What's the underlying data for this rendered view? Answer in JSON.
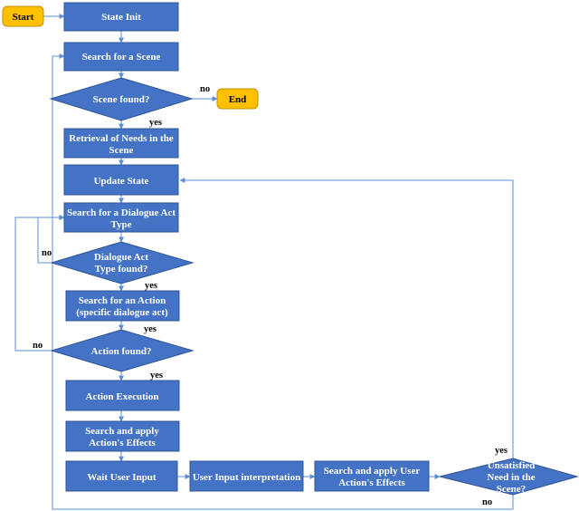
{
  "nodes": {
    "start": "Start",
    "state_init": "State Init",
    "search_scene": "Search for a Scene",
    "scene_found": "Scene found?",
    "end": "End",
    "retrieval": [
      "Retrieval of Needs in the",
      "Scene"
    ],
    "update_state": "Update State",
    "search_dat": [
      "Search for a Dialogue Act",
      "Type"
    ],
    "dat_found": [
      "Dialogue Act",
      "Type found?"
    ],
    "search_action": [
      "Search for an Action",
      "(specific dialogue act)"
    ],
    "action_found": "Action found?",
    "action_exec": "Action Execution",
    "apply_effects": [
      "Search and apply",
      "Action's Effects"
    ],
    "wait_input": "Wait User Input",
    "input_interp": "User Input interpretation",
    "apply_user_effects": [
      "Search and apply User",
      "Action's Effects"
    ],
    "unsatisfied": [
      "Unsatisfied",
      "Need in the",
      "Scene?"
    ]
  },
  "edge_labels": {
    "scene_no": "no",
    "scene_yes": "yes",
    "dat_no": "no",
    "dat_yes": "yes",
    "action_yes_top": "yes",
    "action_no": "no",
    "action_yes": "yes",
    "unsat_yes": "yes",
    "unsat_no": "no"
  },
  "colors": {
    "process": "#4472C4",
    "terminal": "#FFC000",
    "connector": "#5B8ED6"
  }
}
